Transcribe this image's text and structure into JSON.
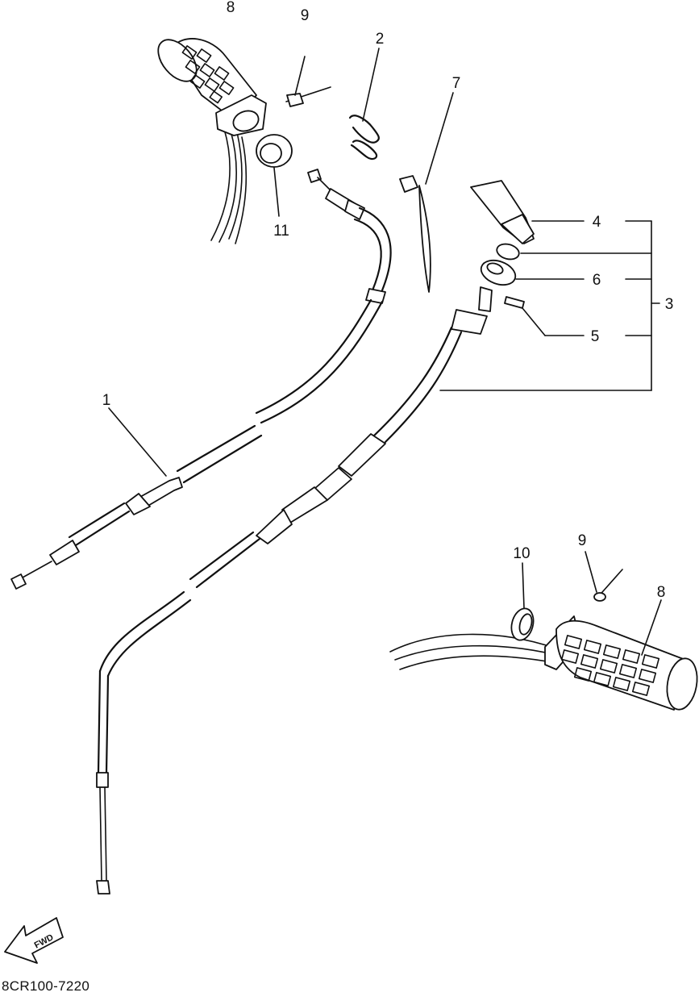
{
  "diagram": {
    "callouts": {
      "p1": "1",
      "p2": "2",
      "p3": "3",
      "p4": "4",
      "p5": "5",
      "p6": "6",
      "p7": "7",
      "p8_left": "8",
      "p8_right": "8",
      "p9_left": "9",
      "p9_right": "9",
      "p10": "10",
      "p11": "11"
    },
    "fwd_label": "FWD",
    "drawing_code": "8CR100-7220"
  }
}
